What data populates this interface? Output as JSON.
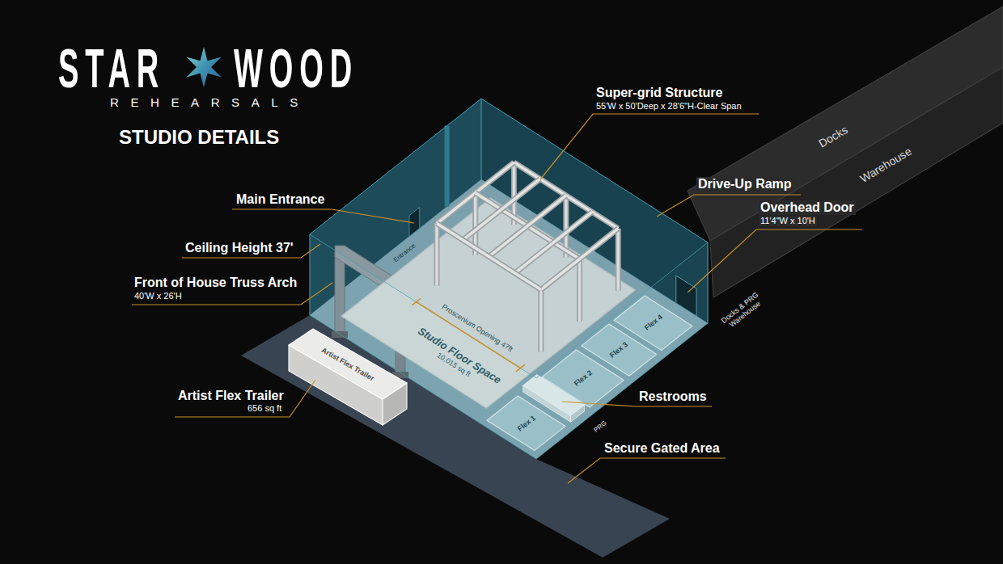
{
  "diagram": {
    "title": "STUDIO DETAILS",
    "nodes": [
      {
        "text": [
          "Docks"
        ]
      },
      {
        "text": [
          "Warehouse"
        ]
      },
      {
        "text": [
          "Studio Floor Space",
          "10,015 sq ft"
        ]
      },
      {
        "text": [
          "Flex 1"
        ]
      },
      {
        "text": [
          "Flex 2"
        ]
      },
      {
        "text": [
          "Flex 3"
        ]
      },
      {
        "text": [
          "Flex 4"
        ]
      },
      {
        "text": [
          "Artist Flex Trailer"
        ]
      }
    ],
    "labels": [
      "STAR",
      "WOOD",
      "REHEARSALS",
      "Super-grid Structure",
      "55'W x 50'Deep x 28'6\"H-Clear Span",
      "Main Entrance",
      "Entrance",
      "Ceiling Height 37'",
      "Front of House Truss Arch",
      "40'W x 26'H",
      "Drive-Up Ramp",
      "Overhead Door",
      "11'4\"W x 10'H",
      "Docks & PRG Warehouse",
      "Proscenium Opening 47ft",
      "Restrooms",
      "PRG",
      "Artist Flex Trailer",
      "656 sq ft",
      "Secure Gated Area"
    ]
  }
}
